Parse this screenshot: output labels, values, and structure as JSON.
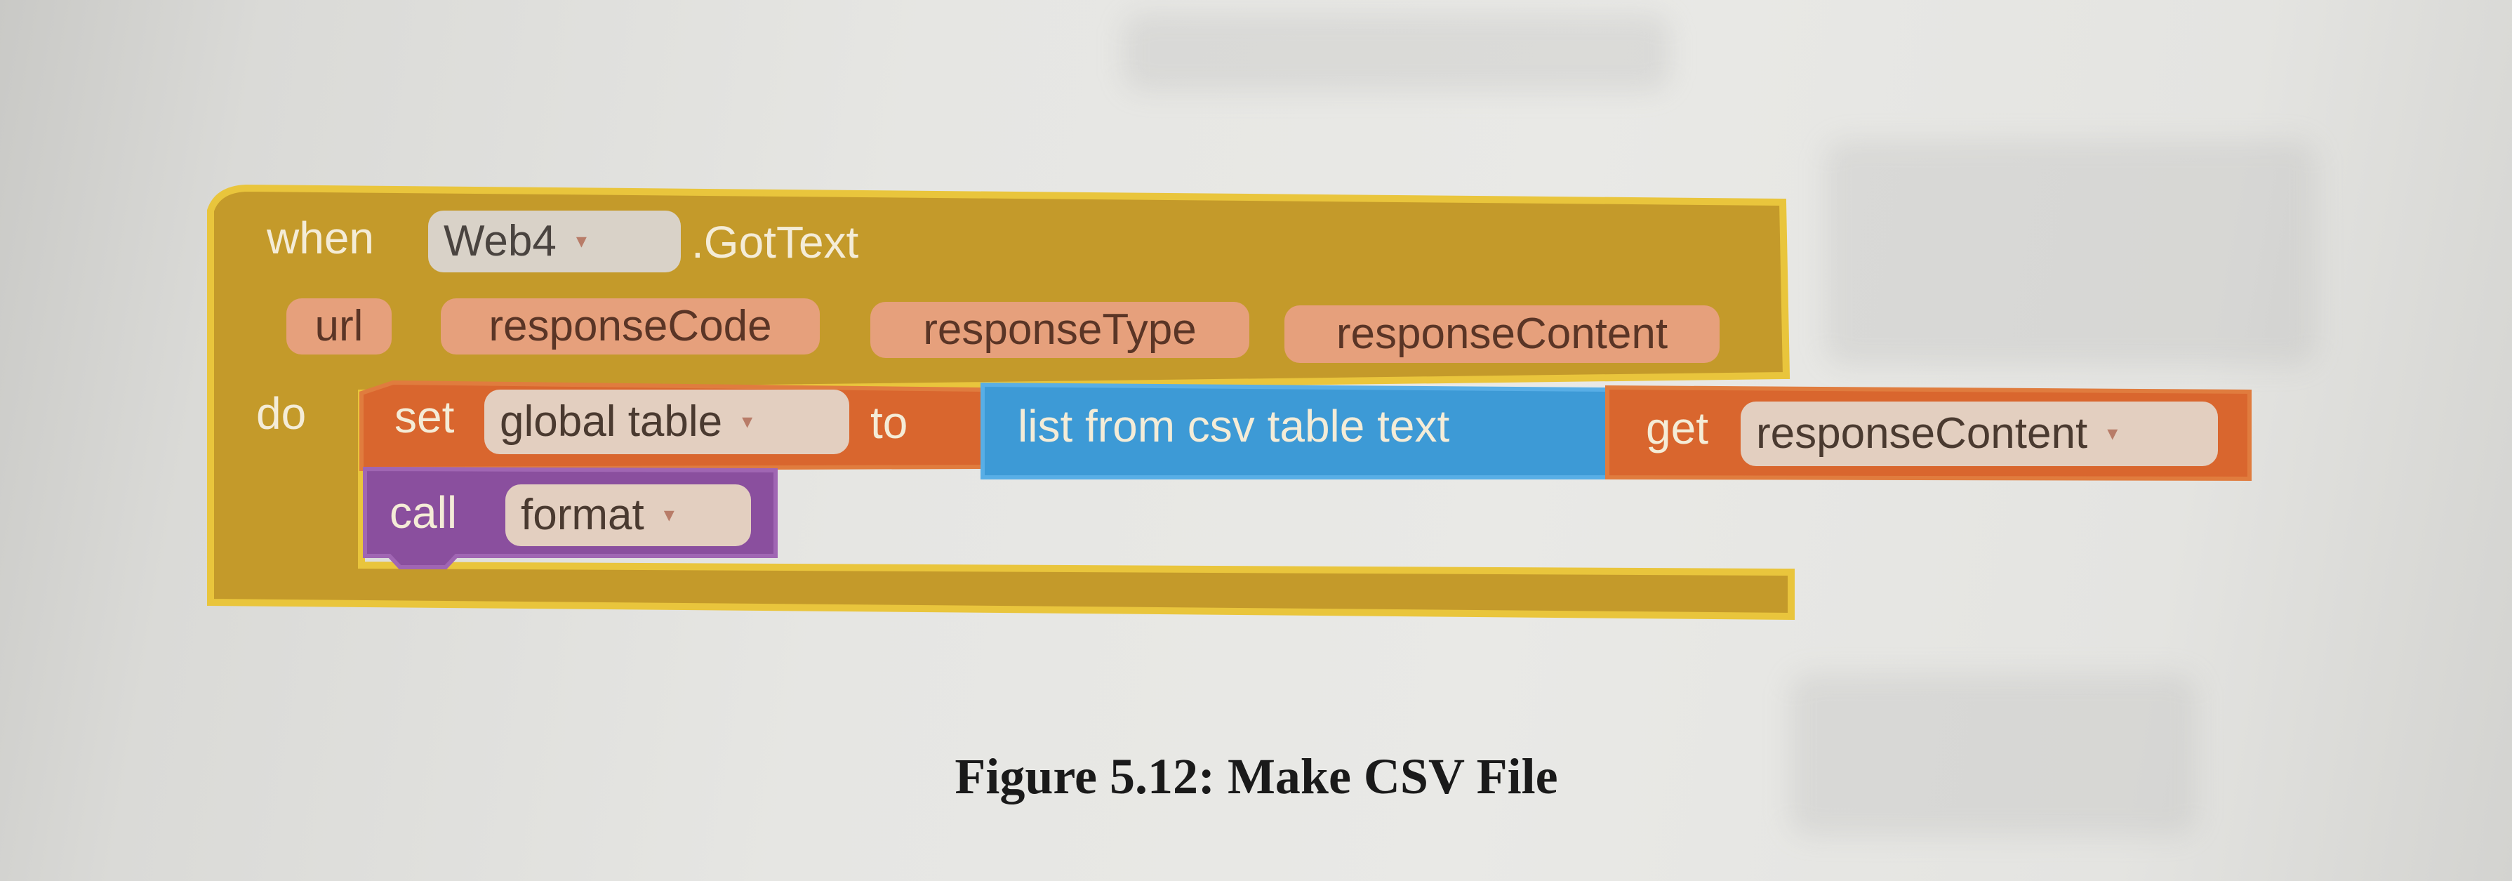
{
  "blocks": {
    "event": {
      "when_label": "when",
      "component": "Web4",
      "event_name": ".GotText",
      "params": [
        "url",
        "responseCode",
        "responseType",
        "responseContent"
      ],
      "do_label": "do",
      "color": "#c49a2a"
    },
    "set_block": {
      "set_label": "set",
      "variable": "global table",
      "to_label": "to",
      "color": "#d9662e"
    },
    "list_block": {
      "label": "list from csv table  text",
      "color": "#3d9ad6"
    },
    "get_block": {
      "get_label": "get",
      "variable": "responseContent",
      "color": "#d9662e"
    },
    "call_block": {
      "call_label": "call",
      "procedure": "format",
      "color": "#8a4f9e"
    }
  },
  "caption": "Figure 5.12: Make CSV File"
}
